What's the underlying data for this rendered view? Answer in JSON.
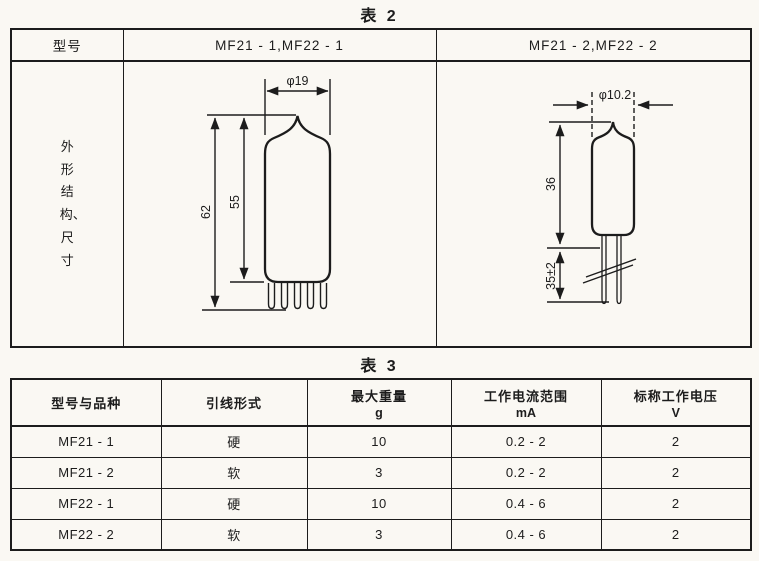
{
  "paper": {
    "background": "#faf8f3",
    "ink": "#1c1c1c"
  },
  "table2": {
    "title": "表 2",
    "header": {
      "col1": "型号",
      "col2": "MF21 - 1,MF22 - 1",
      "col3": "MF21 - 2,MF22 - 2"
    },
    "row_label": "外形结构、尺寸",
    "drawing1": {
      "diameter": "φ19",
      "overall_height": "62",
      "body_height": "55"
    },
    "drawing2": {
      "diameter": "φ10.2",
      "body_height": "36",
      "lead_length": "35±2"
    }
  },
  "table3": {
    "title": "表 3",
    "headers": [
      {
        "label": "型号与品种",
        "unit": ""
      },
      {
        "label": "引线形式",
        "unit": ""
      },
      {
        "label": "最大重量",
        "unit": "g"
      },
      {
        "label": "工作电流范围",
        "unit": "mA"
      },
      {
        "label": "标称工作电压",
        "unit": "V"
      }
    ],
    "rows": [
      [
        "MF21 - 1",
        "硬",
        "10",
        "0.2 - 2",
        "2"
      ],
      [
        "MF21 - 2",
        "软",
        "3",
        "0.2 - 2",
        "2"
      ],
      [
        "MF22 - 1",
        "硬",
        "10",
        "0.4 - 6",
        "2"
      ],
      [
        "MF22 - 2",
        "软",
        "3",
        "0.4 - 6",
        "2"
      ]
    ]
  }
}
